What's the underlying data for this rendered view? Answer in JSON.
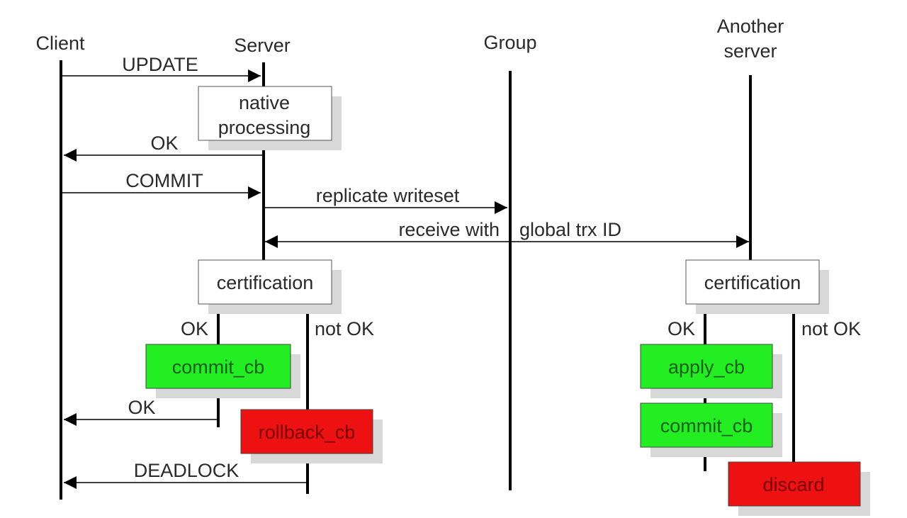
{
  "lifelines": {
    "client": "Client",
    "server": "Server",
    "group": "Group",
    "another_server_line1": "Another",
    "another_server_line2": "server"
  },
  "messages": {
    "update": "UPDATE",
    "ok_1": "OK",
    "commit": "COMMIT",
    "replicate_writeset": "replicate writeset",
    "receive_with": "receive with",
    "global_trx_id": "global trx ID",
    "ok_2": "OK",
    "deadlock": "DEADLOCK"
  },
  "boxes": {
    "native_line1": "native",
    "native_line2": "processing",
    "certification_server": "certification",
    "certification_another": "certification",
    "commit_cb_server": "commit_cb",
    "rollback_cb": "rollback_cb",
    "apply_cb": "apply_cb",
    "commit_cb_another": "commit_cb",
    "discard": "discard"
  },
  "branches": {
    "server_ok": "OK",
    "server_not_ok": "not OK",
    "another_ok": "OK",
    "another_not_ok": "not OK"
  },
  "colors": {
    "success_fill": "#22ee22",
    "failure_fill": "#ee1111",
    "box_fill": "#ffffff",
    "shadow": "#d8d8d8",
    "line": "#000000"
  }
}
